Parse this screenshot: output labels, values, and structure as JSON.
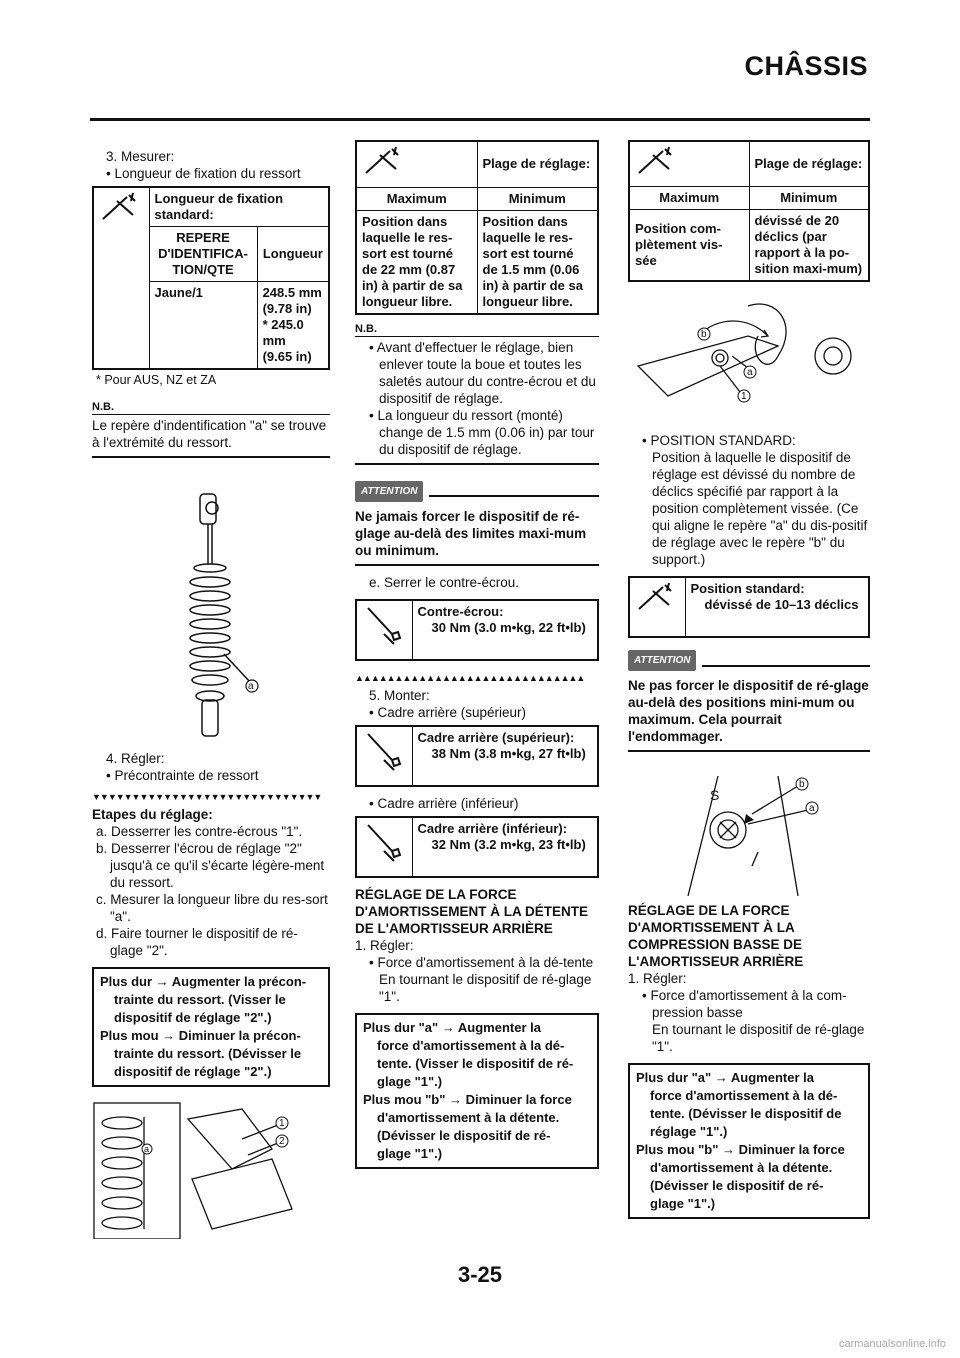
{
  "header": {
    "title": "CHÂSSIS",
    "page_number": "3-25",
    "watermark": "carmanualsonline.info"
  },
  "col1": {
    "step3": "3. Mesurer:",
    "step3_bullet": "• Longueur de fixation du ressort",
    "spec_title": "Longueur de fixation standard:",
    "th_id": "REPERE D'IDENTIFICA-TION/QTE",
    "th_len": "Longueur",
    "row_id": "Jaune/1",
    "row_len1": "248.5 mm",
    "row_len2": "(9.78 in)",
    "row_len3": "* 245.0 mm",
    "row_len4": "(9.65 in)",
    "footnote": "* Pour AUS, NZ et ZA",
    "nb_label": "N.B.",
    "nb_text": "Le repère d'indentification \"a\" se trouve à l'extrémité du ressort.",
    "fig1_label_a": "a",
    "step4": "4. Régler:",
    "step4_bullet": "• Précontrainte de ressort",
    "down_marks": "▼▼▼▼▼▼▼▼▼▼▼▼▼▼▼▼▼▼▼▼▼▼▼▼▼▼▼▼▼",
    "adj_title": "Etapes du réglage:",
    "adj_a": "a. Desserrer les contre-écrous \"1\".",
    "adj_b": "b. Desserrer l'écrou de réglage \"2\" jusqu'à ce qu'il s'écarte légère-ment du ressort.",
    "adj_c": "c. Mesurer la longueur libre du res-sort \"a\".",
    "adj_d": "d. Faire tourner le dispositif de ré-glage \"2\".",
    "box_l1": "Plus dur → Augmenter la précon-",
    "box_l2": "trainte du ressort. (Visser le",
    "box_l3": "dispositif de réglage \"2\".)",
    "box_l4": "Plus mou → Diminuer la précon-",
    "box_l5": "trainte du ressort. (Dévisser le",
    "box_l6": "dispositif de réglage \"2\".)",
    "fig2_label_1": "1",
    "fig2_label_2": "2",
    "fig2_label_a": "a"
  },
  "col2": {
    "spec_title": "Plage de réglage:",
    "th_max": "Maximum",
    "th_min": "Minimum",
    "cell_max": "Position dans laquelle le res-sort est tourné de 22 mm (0.87 in) à partir de sa longueur libre.",
    "cell_min": "Position dans laquelle le res-sort est tourné de 1.5 mm (0.06 in) à partir de sa longueur libre.",
    "nb_label": "N.B.",
    "nb_b1": "• Avant d'effectuer le réglage, bien enlever toute la boue et toutes les saletés autour du contre-écrou et du dispositif de réglage.",
    "nb_b2": "• La longueur du ressort (monté) change de 1.5 mm (0.06 in) par tour du dispositif de réglage.",
    "att_label": "ATTENTION",
    "att_text": "Ne jamais forcer le dispositif de ré-glage au-delà des limites maxi-mum ou minimum.",
    "step_e": "e. Serrer le contre-écrou.",
    "torque1_title": "Contre-écrou:",
    "torque1_val": "30 Nm (3.0 m•kg, 22 ft•lb)",
    "up_marks": "▲▲▲▲▲▲▲▲▲▲▲▲▲▲▲▲▲▲▲▲▲▲▲▲▲▲▲▲▲",
    "step5": "5. Monter:",
    "step5_b1": "• Cadre arrière (supérieur)",
    "torque2_title": "Cadre arrière (supérieur):",
    "torque2_val": "38 Nm (3.8 m•kg, 27 ft•lb)",
    "step5_b2": "• Cadre arrière (inférieur)",
    "torque3_title": "Cadre arrière (inférieur):",
    "torque3_val": "32 Nm (3.2 m•kg, 23 ft•lb)",
    "section_title": "RÉGLAGE DE LA FORCE D'AMORTISSEMENT À LA DÉTENTE DE L'AMORTISSEUR ARRIÈRE",
    "step1": "1. Régler:",
    "step1_b": "• Force d'amortissement à la dé-tente",
    "step1_sub": "En tournant le dispositif de ré-glage \"1\".",
    "box_l1": "Plus dur \"a\" → Augmenter la",
    "box_l2": "force d'amortissement à la dé-",
    "box_l3": "tente. (Visser le dispositif de ré-",
    "box_l4": "glage \"1\".)",
    "box_l5": "Plus mou \"b\" → Diminuer la force",
    "box_l6": "d'amortissement à la détente.",
    "box_l7": "(Dévisser le dispositif de ré-",
    "box_l8": "glage \"1\".)"
  },
  "col3": {
    "spec_title": "Plage de réglage:",
    "th_max": "Maximum",
    "th_min": "Minimum",
    "cell_max": "Position com-plètement vis-sée",
    "cell_min": "dévissé de 20 déclics (par rapport à la po-sition maxi-mum)",
    "fig3_label_b": "b",
    "fig3_label_a": "a",
    "fig3_label_1": "1",
    "std_b": "• POSITION STANDARD:",
    "std_text": "Position à laquelle le dispositif de réglage est dévissé du nombre de déclics spécifié par rapport à la position complètement vissée. (Ce qui aligne le repère \"a\" du dis-positif de réglage avec le repère \"b\" du support.)",
    "std_spec_title": "Position standard:",
    "std_spec_val": "dévissé de 10–13 déclics",
    "att_label": "ATTENTION",
    "att_text": "Ne pas forcer le dispositif de ré-glage au-delà des positions mini-mum ou maximum. Cela pourrait l'endommager.",
    "fig4_label_b": "b",
    "fig4_label_a": "a",
    "section_title": "RÉGLAGE DE LA FORCE D'AMORTISSEMENT À LA COMPRESSION BASSE DE L'AMORTISSEUR ARRIÈRE",
    "step1": "1. Régler:",
    "step1_b": "• Force d'amortissement à la com-pression basse",
    "step1_sub": "En tournant le dispositif de ré-glage \"1\".",
    "box_l1": "Plus dur \"a\" → Augmenter la",
    "box_l2": "force d'amortissement à la dé-",
    "box_l3": "tente. (Dévisser le dispositif de",
    "box_l4": "réglage \"1\".)",
    "box_l5": "Plus mou \"b\" → Diminuer la force",
    "box_l6": "d'amortissement à la détente.",
    "box_l7": "(Dévisser le dispositif de ré-",
    "box_l8": "glage \"1\".)"
  }
}
